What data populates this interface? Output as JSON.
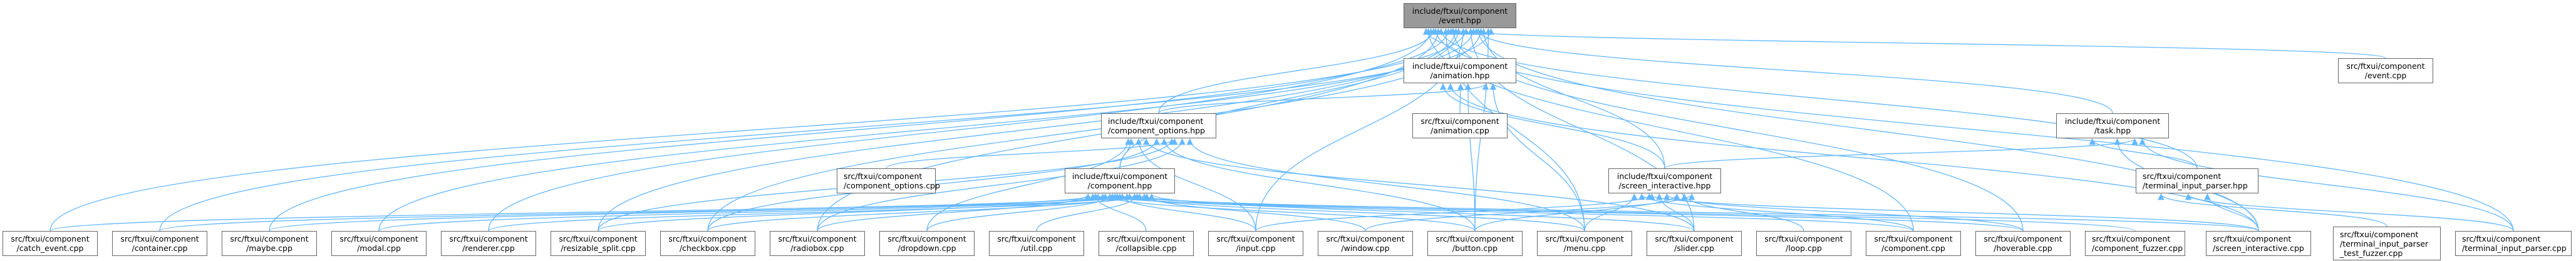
{
  "graph": {
    "title": "Include dependency graph for event.hpp",
    "edge_color": "#63b8ff",
    "root_fill": "#999999",
    "node_border": "#666666",
    "nodes": [
      {
        "id": "event_hpp",
        "lines": [
          "include/ftxui/component",
          "/event.hpp"
        ],
        "root": true
      },
      {
        "id": "animation_hpp",
        "lines": [
          "include/ftxui/component",
          "/animation.hpp"
        ]
      },
      {
        "id": "event_cpp",
        "lines": [
          "src/ftxui/component",
          "/event.cpp"
        ]
      },
      {
        "id": "animation_cpp",
        "lines": [
          "src/ftxui/component",
          "/animation.cpp"
        ]
      },
      {
        "id": "component_options_hpp",
        "lines": [
          "include/ftxui/component",
          "/component_options.hpp"
        ],
        "left": true
      },
      {
        "id": "task_hpp",
        "lines": [
          "include/ftxui/component",
          "/task.hpp"
        ]
      },
      {
        "id": "component_options_cpp",
        "lines": [
          "src/ftxui/component",
          "/component_options.cpp"
        ],
        "left": true
      },
      {
        "id": "component_hpp",
        "lines": [
          "include/ftxui/component",
          "/component.hpp"
        ]
      },
      {
        "id": "screen_interactive_hpp",
        "lines": [
          "include/ftxui/component",
          "/screen_interactive.hpp"
        ]
      },
      {
        "id": "terminal_input_parser_hpp",
        "lines": [
          "src/ftxui/component",
          "/terminal_input_parser.hpp"
        ],
        "left": true
      },
      {
        "id": "catch_event_cpp",
        "lines": [
          "src/ftxui/component",
          "/catch_event.cpp"
        ]
      },
      {
        "id": "container_cpp",
        "lines": [
          "src/ftxui/component",
          "/container.cpp"
        ]
      },
      {
        "id": "maybe_cpp",
        "lines": [
          "src/ftxui/component",
          "/maybe.cpp"
        ]
      },
      {
        "id": "modal_cpp",
        "lines": [
          "src/ftxui/component",
          "/modal.cpp"
        ]
      },
      {
        "id": "renderer_cpp",
        "lines": [
          "src/ftxui/component",
          "/renderer.cpp"
        ]
      },
      {
        "id": "resizable_split_cpp",
        "lines": [
          "src/ftxui/component",
          "/resizable_split.cpp"
        ]
      },
      {
        "id": "checkbox_cpp",
        "lines": [
          "src/ftxui/component",
          "/checkbox.cpp"
        ]
      },
      {
        "id": "radiobox_cpp",
        "lines": [
          "src/ftxui/component",
          "/radiobox.cpp"
        ]
      },
      {
        "id": "dropdown_cpp",
        "lines": [
          "src/ftxui/component",
          "/dropdown.cpp"
        ]
      },
      {
        "id": "util_cpp",
        "lines": [
          "src/ftxui/component",
          "/util.cpp"
        ]
      },
      {
        "id": "collapsible_cpp",
        "lines": [
          "src/ftxui/component",
          "/collapsible.cpp"
        ]
      },
      {
        "id": "input_cpp",
        "lines": [
          "src/ftxui/component",
          "/input.cpp"
        ]
      },
      {
        "id": "window_cpp",
        "lines": [
          "src/ftxui/component",
          "/window.cpp"
        ]
      },
      {
        "id": "button_cpp",
        "lines": [
          "src/ftxui/component",
          "/button.cpp"
        ]
      },
      {
        "id": "menu_cpp",
        "lines": [
          "src/ftxui/component",
          "/menu.cpp"
        ]
      },
      {
        "id": "slider_cpp",
        "lines": [
          "src/ftxui/component",
          "/slider.cpp"
        ]
      },
      {
        "id": "loop_cpp",
        "lines": [
          "src/ftxui/component",
          "/loop.cpp"
        ]
      },
      {
        "id": "component_cpp",
        "lines": [
          "src/ftxui/component",
          "/component.cpp"
        ]
      },
      {
        "id": "hoverable_cpp",
        "lines": [
          "src/ftxui/component",
          "/hoverable.cpp"
        ]
      },
      {
        "id": "component_fuzzer_cpp",
        "lines": [
          "src/ftxui/component",
          "/component_fuzzer.cpp"
        ],
        "left": true
      },
      {
        "id": "screen_interactive_cpp",
        "lines": [
          "src/ftxui/component",
          "/screen_interactive.cpp"
        ],
        "left": true
      },
      {
        "id": "terminal_input_parser_test_fuzzer_cpp",
        "lines": [
          "src/ftxui/component",
          "/terminal_input_parser",
          "_test_fuzzer.cpp"
        ],
        "left": true
      },
      {
        "id": "terminal_input_parser_cpp",
        "lines": [
          "src/ftxui/component",
          "/terminal_input_parser.cpp"
        ],
        "left": true
      }
    ],
    "edges": [
      [
        "animation_hpp",
        "event_hpp"
      ],
      [
        "event_cpp",
        "event_hpp"
      ],
      [
        "task_hpp",
        "event_hpp"
      ],
      [
        "component_options_hpp",
        "event_hpp"
      ],
      [
        "component_hpp",
        "event_hpp"
      ],
      [
        "screen_interactive_hpp",
        "event_hpp"
      ],
      [
        "terminal_input_parser_hpp",
        "event_hpp"
      ],
      [
        "catch_event_cpp",
        "event_hpp"
      ],
      [
        "container_cpp",
        "event_hpp"
      ],
      [
        "maybe_cpp",
        "event_hpp"
      ],
      [
        "modal_cpp",
        "event_hpp"
      ],
      [
        "renderer_cpp",
        "event_hpp"
      ],
      [
        "resizable_split_cpp",
        "event_hpp"
      ],
      [
        "checkbox_cpp",
        "event_hpp"
      ],
      [
        "radiobox_cpp",
        "event_hpp"
      ],
      [
        "input_cpp",
        "event_hpp"
      ],
      [
        "button_cpp",
        "event_hpp"
      ],
      [
        "menu_cpp",
        "event_hpp"
      ],
      [
        "slider_cpp",
        "event_hpp"
      ],
      [
        "component_cpp",
        "event_hpp"
      ],
      [
        "hoverable_cpp",
        "event_hpp"
      ],
      [
        "screen_interactive_cpp",
        "event_hpp"
      ],
      [
        "terminal_input_parser_cpp",
        "event_hpp"
      ],
      [
        "animation_cpp",
        "animation_hpp"
      ],
      [
        "component_options_hpp",
        "animation_hpp"
      ],
      [
        "screen_interactive_hpp",
        "animation_hpp"
      ],
      [
        "button_cpp",
        "animation_hpp"
      ],
      [
        "menu_cpp",
        "animation_hpp"
      ],
      [
        "screen_interactive_cpp",
        "animation_hpp"
      ],
      [
        "component_options_cpp",
        "component_options_hpp"
      ],
      [
        "component_hpp",
        "component_options_hpp"
      ],
      [
        "checkbox_cpp",
        "component_options_hpp"
      ],
      [
        "radiobox_cpp",
        "component_options_hpp"
      ],
      [
        "input_cpp",
        "component_options_hpp"
      ],
      [
        "button_cpp",
        "component_options_hpp"
      ],
      [
        "menu_cpp",
        "component_options_hpp"
      ],
      [
        "slider_cpp",
        "component_options_hpp"
      ],
      [
        "resizable_split_cpp",
        "component_options_hpp"
      ],
      [
        "dropdown_cpp",
        "component_options_hpp"
      ],
      [
        "catch_event_cpp",
        "component_hpp"
      ],
      [
        "container_cpp",
        "component_hpp"
      ],
      [
        "maybe_cpp",
        "component_hpp"
      ],
      [
        "modal_cpp",
        "component_hpp"
      ],
      [
        "renderer_cpp",
        "component_hpp"
      ],
      [
        "resizable_split_cpp",
        "component_hpp"
      ],
      [
        "checkbox_cpp",
        "component_hpp"
      ],
      [
        "radiobox_cpp",
        "component_hpp"
      ],
      [
        "dropdown_cpp",
        "component_hpp"
      ],
      [
        "util_cpp",
        "component_hpp"
      ],
      [
        "collapsible_cpp",
        "component_hpp"
      ],
      [
        "input_cpp",
        "component_hpp"
      ],
      [
        "window_cpp",
        "component_hpp"
      ],
      [
        "button_cpp",
        "component_hpp"
      ],
      [
        "menu_cpp",
        "component_hpp"
      ],
      [
        "slider_cpp",
        "component_hpp"
      ],
      [
        "component_cpp",
        "component_hpp"
      ],
      [
        "hoverable_cpp",
        "component_hpp"
      ],
      [
        "component_fuzzer_cpp",
        "component_hpp"
      ],
      [
        "screen_interactive_cpp",
        "component_hpp"
      ],
      [
        "screen_interactive_hpp",
        "task_hpp"
      ],
      [
        "terminal_input_parser_hpp",
        "task_hpp"
      ],
      [
        "screen_interactive_cpp",
        "task_hpp"
      ],
      [
        "terminal_input_parser_cpp",
        "task_hpp"
      ],
      [
        "input_cpp",
        "screen_interactive_hpp"
      ],
      [
        "button_cpp",
        "screen_interactive_hpp"
      ],
      [
        "menu_cpp",
        "screen_interactive_hpp"
      ],
      [
        "slider_cpp",
        "screen_interactive_hpp"
      ],
      [
        "loop_cpp",
        "screen_interactive_hpp"
      ],
      [
        "component_cpp",
        "screen_interactive_hpp"
      ],
      [
        "hoverable_cpp",
        "screen_interactive_hpp"
      ],
      [
        "window_cpp",
        "screen_interactive_hpp"
      ],
      [
        "screen_interactive_cpp",
        "screen_interactive_hpp"
      ],
      [
        "screen_interactive_cpp",
        "terminal_input_parser_hpp"
      ],
      [
        "terminal_input_parser_test_fuzzer_cpp",
        "terminal_input_parser_hpp"
      ],
      [
        "terminal_input_parser_cpp",
        "terminal_input_parser_hpp"
      ]
    ]
  }
}
